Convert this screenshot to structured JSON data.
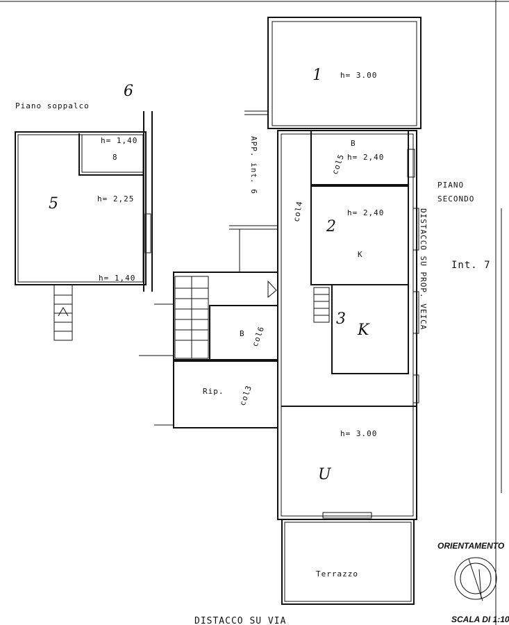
{
  "title_mezzanine": "Piano soppalco",
  "floor": [
    "PIANO",
    "SECONDO"
  ],
  "unit": "Int. 7",
  "neighbour": "APP. int. 6",
  "side_note": "DISTACCO SU PROP. VEICA",
  "bottom_note": "DISTACCO SU VIA",
  "orientation": "ORIENTAMENTO",
  "scale": "SCALA DI 1:10",
  "rooms": {
    "r1": {
      "num": "1",
      "h": "h= 3.00"
    },
    "rB": {
      "num": "B",
      "h": "h= 2,40",
      "note": "col5"
    },
    "r2": {
      "num": "2",
      "h": "h= 2,40",
      "mark": "K"
    },
    "r3": {
      "num": "3",
      "mark": "K"
    },
    "bath": {
      "num": "B",
      "note": "col6"
    },
    "rip": {
      "label": "Rip.",
      "note": "col3"
    },
    "r4": {
      "num": "U",
      "h": "h= 3.00"
    },
    "corridor": {
      "note": "col4"
    },
    "terrace": {
      "label": "Terrazzo"
    },
    "mez5": {
      "num": "5",
      "h1": "h= 2,25",
      "h2": "h= 1,40"
    },
    "mez6": {
      "num": "6",
      "small": "8",
      "h": "h= 1,40"
    }
  }
}
